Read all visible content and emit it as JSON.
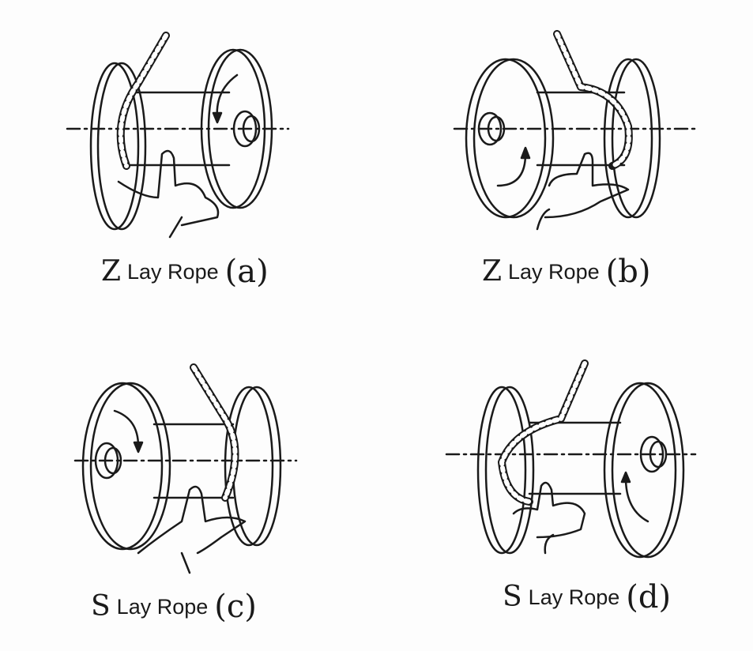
{
  "panels": [
    {
      "id": "a",
      "lay_letter": "Z",
      "lay_text": "Lay Rope",
      "tag": "(a)"
    },
    {
      "id": "b",
      "lay_letter": "Z",
      "lay_text": "Lay Rope",
      "tag": "(b)"
    },
    {
      "id": "c",
      "lay_letter": "S",
      "lay_text": "Lay Rope",
      "tag": "(c)"
    },
    {
      "id": "d",
      "lay_letter": "S",
      "lay_text": "Lay Rope",
      "tag": "(d)"
    }
  ],
  "colors": {
    "ink": "#1a1a1a",
    "background": "#fdfdfd"
  }
}
